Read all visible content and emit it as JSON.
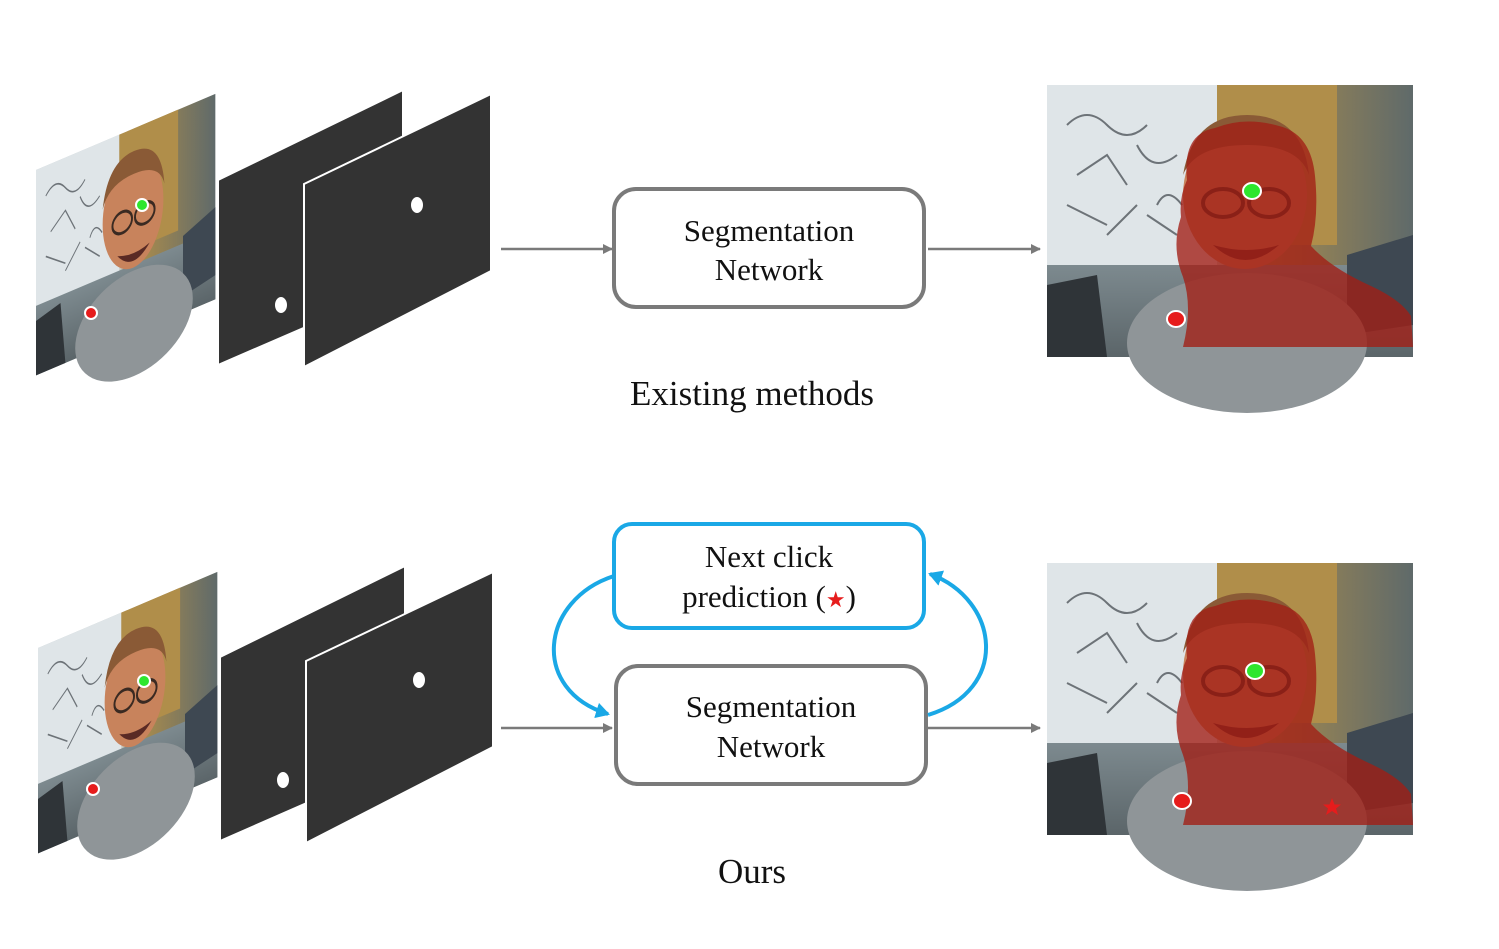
{
  "colors": {
    "box_border": "#7a7a7a",
    "highlight_border": "#1aa8e6",
    "arrow": "#7a7a7a",
    "mask_overlay": "#a11e14",
    "positive_click": "#2ee62e",
    "negative_click": "#e61c1c",
    "click_map": "#333333",
    "star": "#e61c1c"
  },
  "top": {
    "seg_box": {
      "line1": "Segmentation",
      "line2": "Network"
    },
    "caption": "Existing methods"
  },
  "bottom": {
    "pred_box": {
      "line1": "Next click",
      "line2_prefix": "prediction (",
      "star_glyph": "★",
      "line2_suffix": ")"
    },
    "seg_box": {
      "line1": "Segmentation",
      "line2": "Network"
    },
    "caption": "Ours"
  }
}
